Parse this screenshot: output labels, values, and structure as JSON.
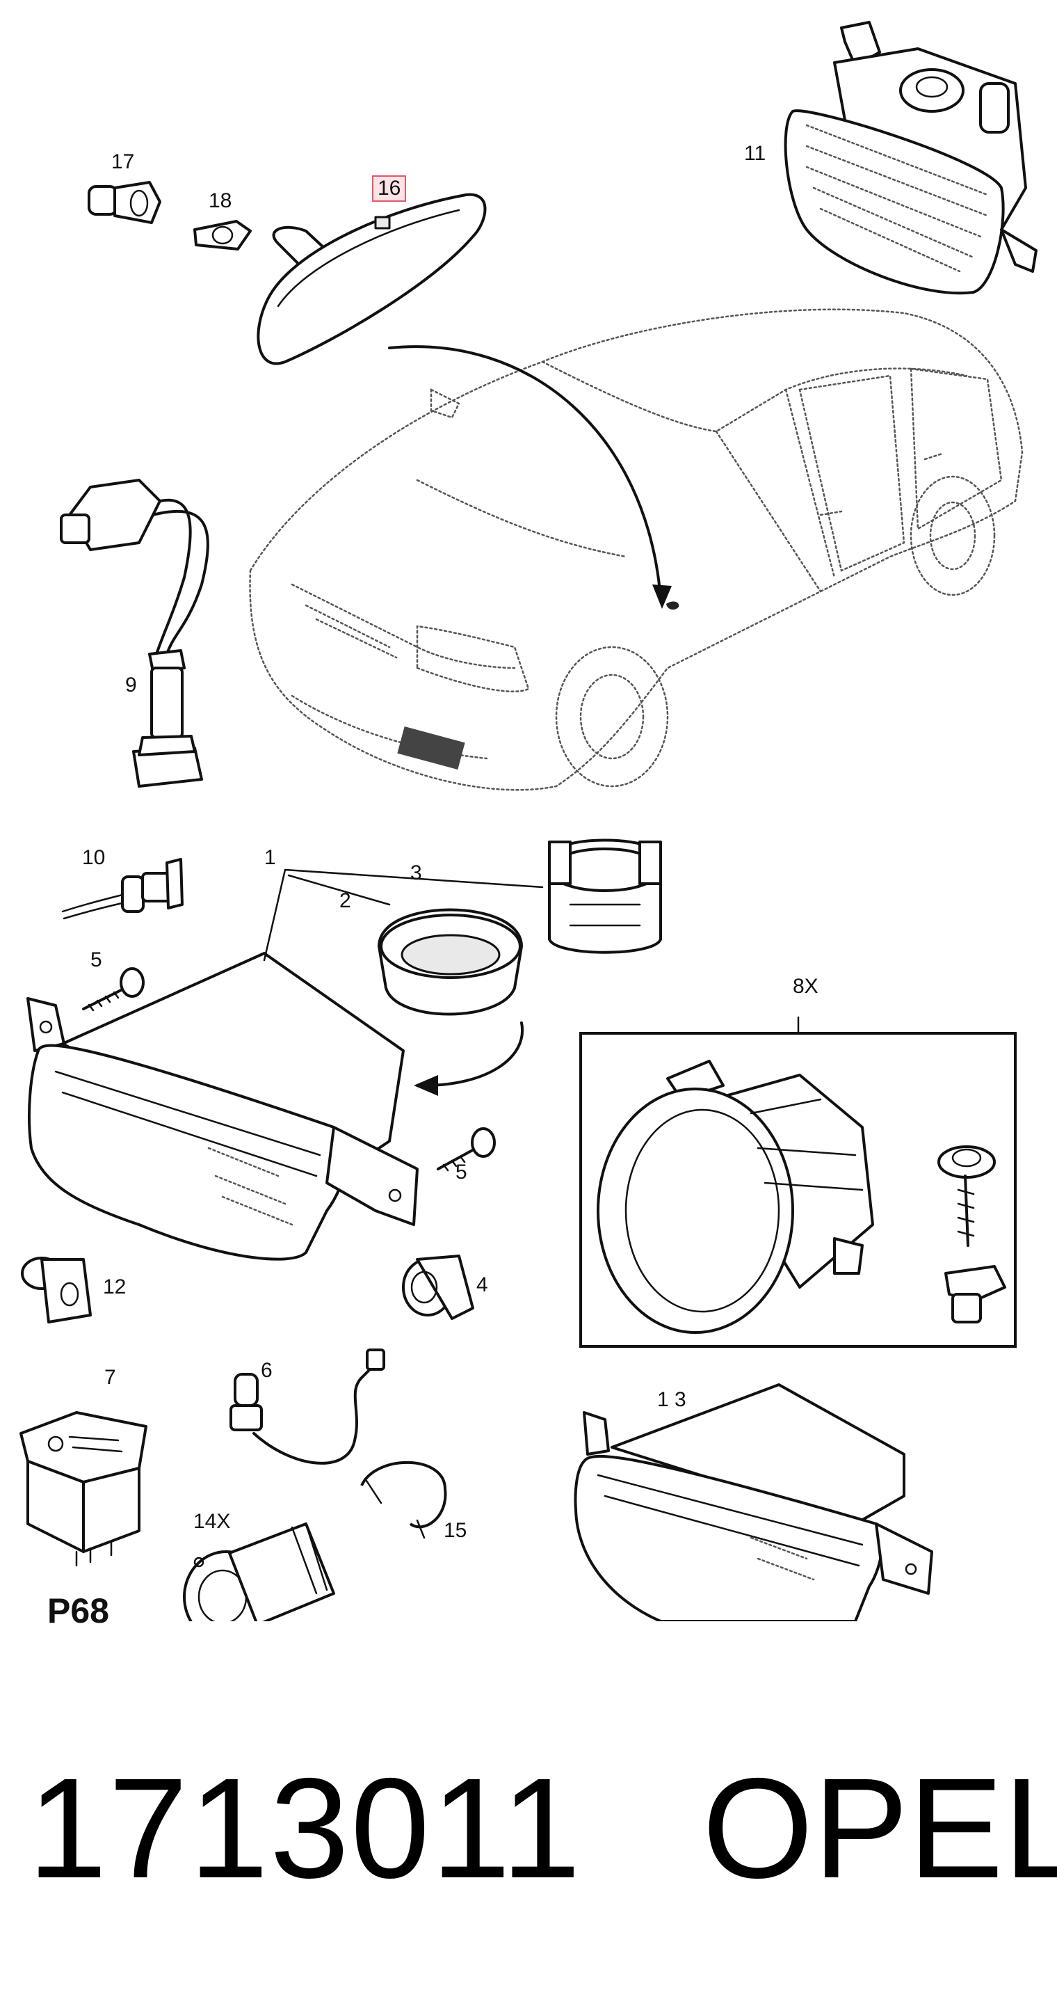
{
  "diagram": {
    "callouts": {
      "c1": "1",
      "c2": "2",
      "c3": "3",
      "c4": "4",
      "c5a": "5",
      "c5b": "5",
      "c6": "6",
      "c7": "7",
      "c8x": "8X",
      "c9": "9",
      "c10": "10",
      "c11": "11",
      "c12": "12",
      "c13": "1 3",
      "c14x": "14X",
      "c15": "15",
      "c16": "16",
      "c17": "17",
      "c18": "18"
    },
    "page_ref": "P68",
    "highlight_color": "#e05a6a"
  },
  "footer": {
    "part_number": "1713011",
    "brand": "OPEL"
  }
}
